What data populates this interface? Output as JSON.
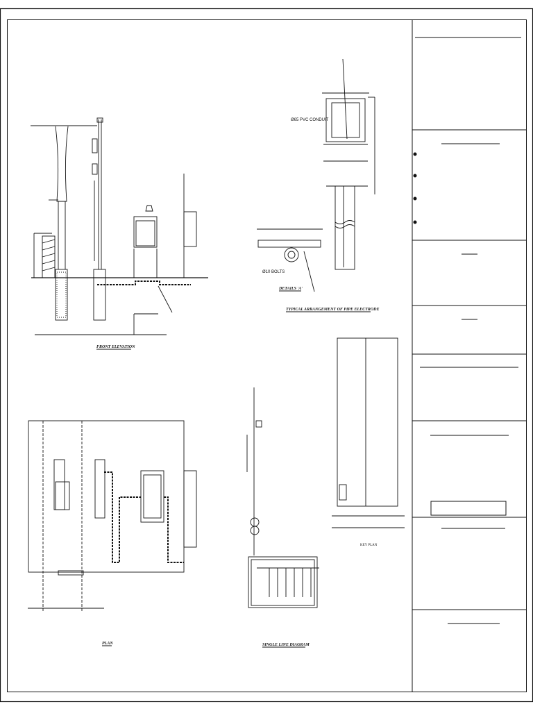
{
  "labels": {
    "front_elevation": "FRONT ELEVATION",
    "plan": "PLAN",
    "single_line_diagram": "SINGLE LINE DIAGRAM",
    "key_plan": "KEY PLAN",
    "details_a": "DETAILS 'A'",
    "pipe_electrode": "TYPICAL ARRANGEMENT OF PIPE ELECTRODE",
    "pvc_conduit": "Ø65 PVC CONDUIT",
    "bolts": "Ø10 BOLTS"
  },
  "colors": {
    "ink": "#111111",
    "paper": "#ffffff"
  }
}
